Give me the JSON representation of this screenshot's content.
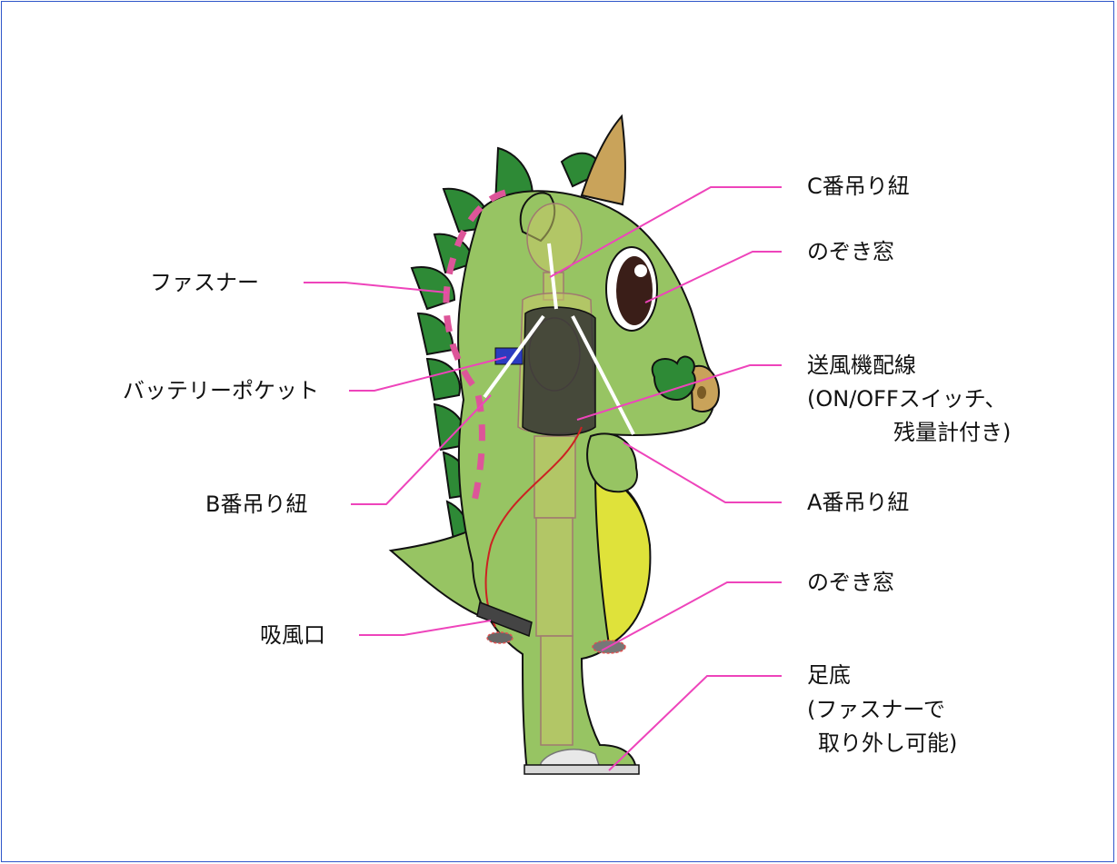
{
  "labels": {
    "c_strap": "C番吊り紐",
    "peek_window_top": "のぞき窓",
    "fastener": "ファスナー",
    "battery_pocket": "バッテリーポケット",
    "fan_wiring_1": "送風機配線",
    "fan_wiring_2": "(ON/OFFスイッチ、",
    "fan_wiring_3": "残量計付き)",
    "b_strap": "B番吊り紐",
    "a_strap": "A番吊り紐",
    "peek_window_bottom": "のぞき窓",
    "air_intake": "吸風口",
    "sole_1": "足底",
    "sole_2": "(ファスナーで",
    "sole_3": "取り外し可能)"
  },
  "colors": {
    "frame": "#2f56c9",
    "leader": "#ee44bb",
    "body_green": "#97c463",
    "spike_green": "#2e8a36",
    "belly_yellow": "#dfe23a",
    "horn": "#c9a35a",
    "fastener_pink": "#dd5599",
    "mannequin": "#c8c86a",
    "harness": "#333333"
  }
}
